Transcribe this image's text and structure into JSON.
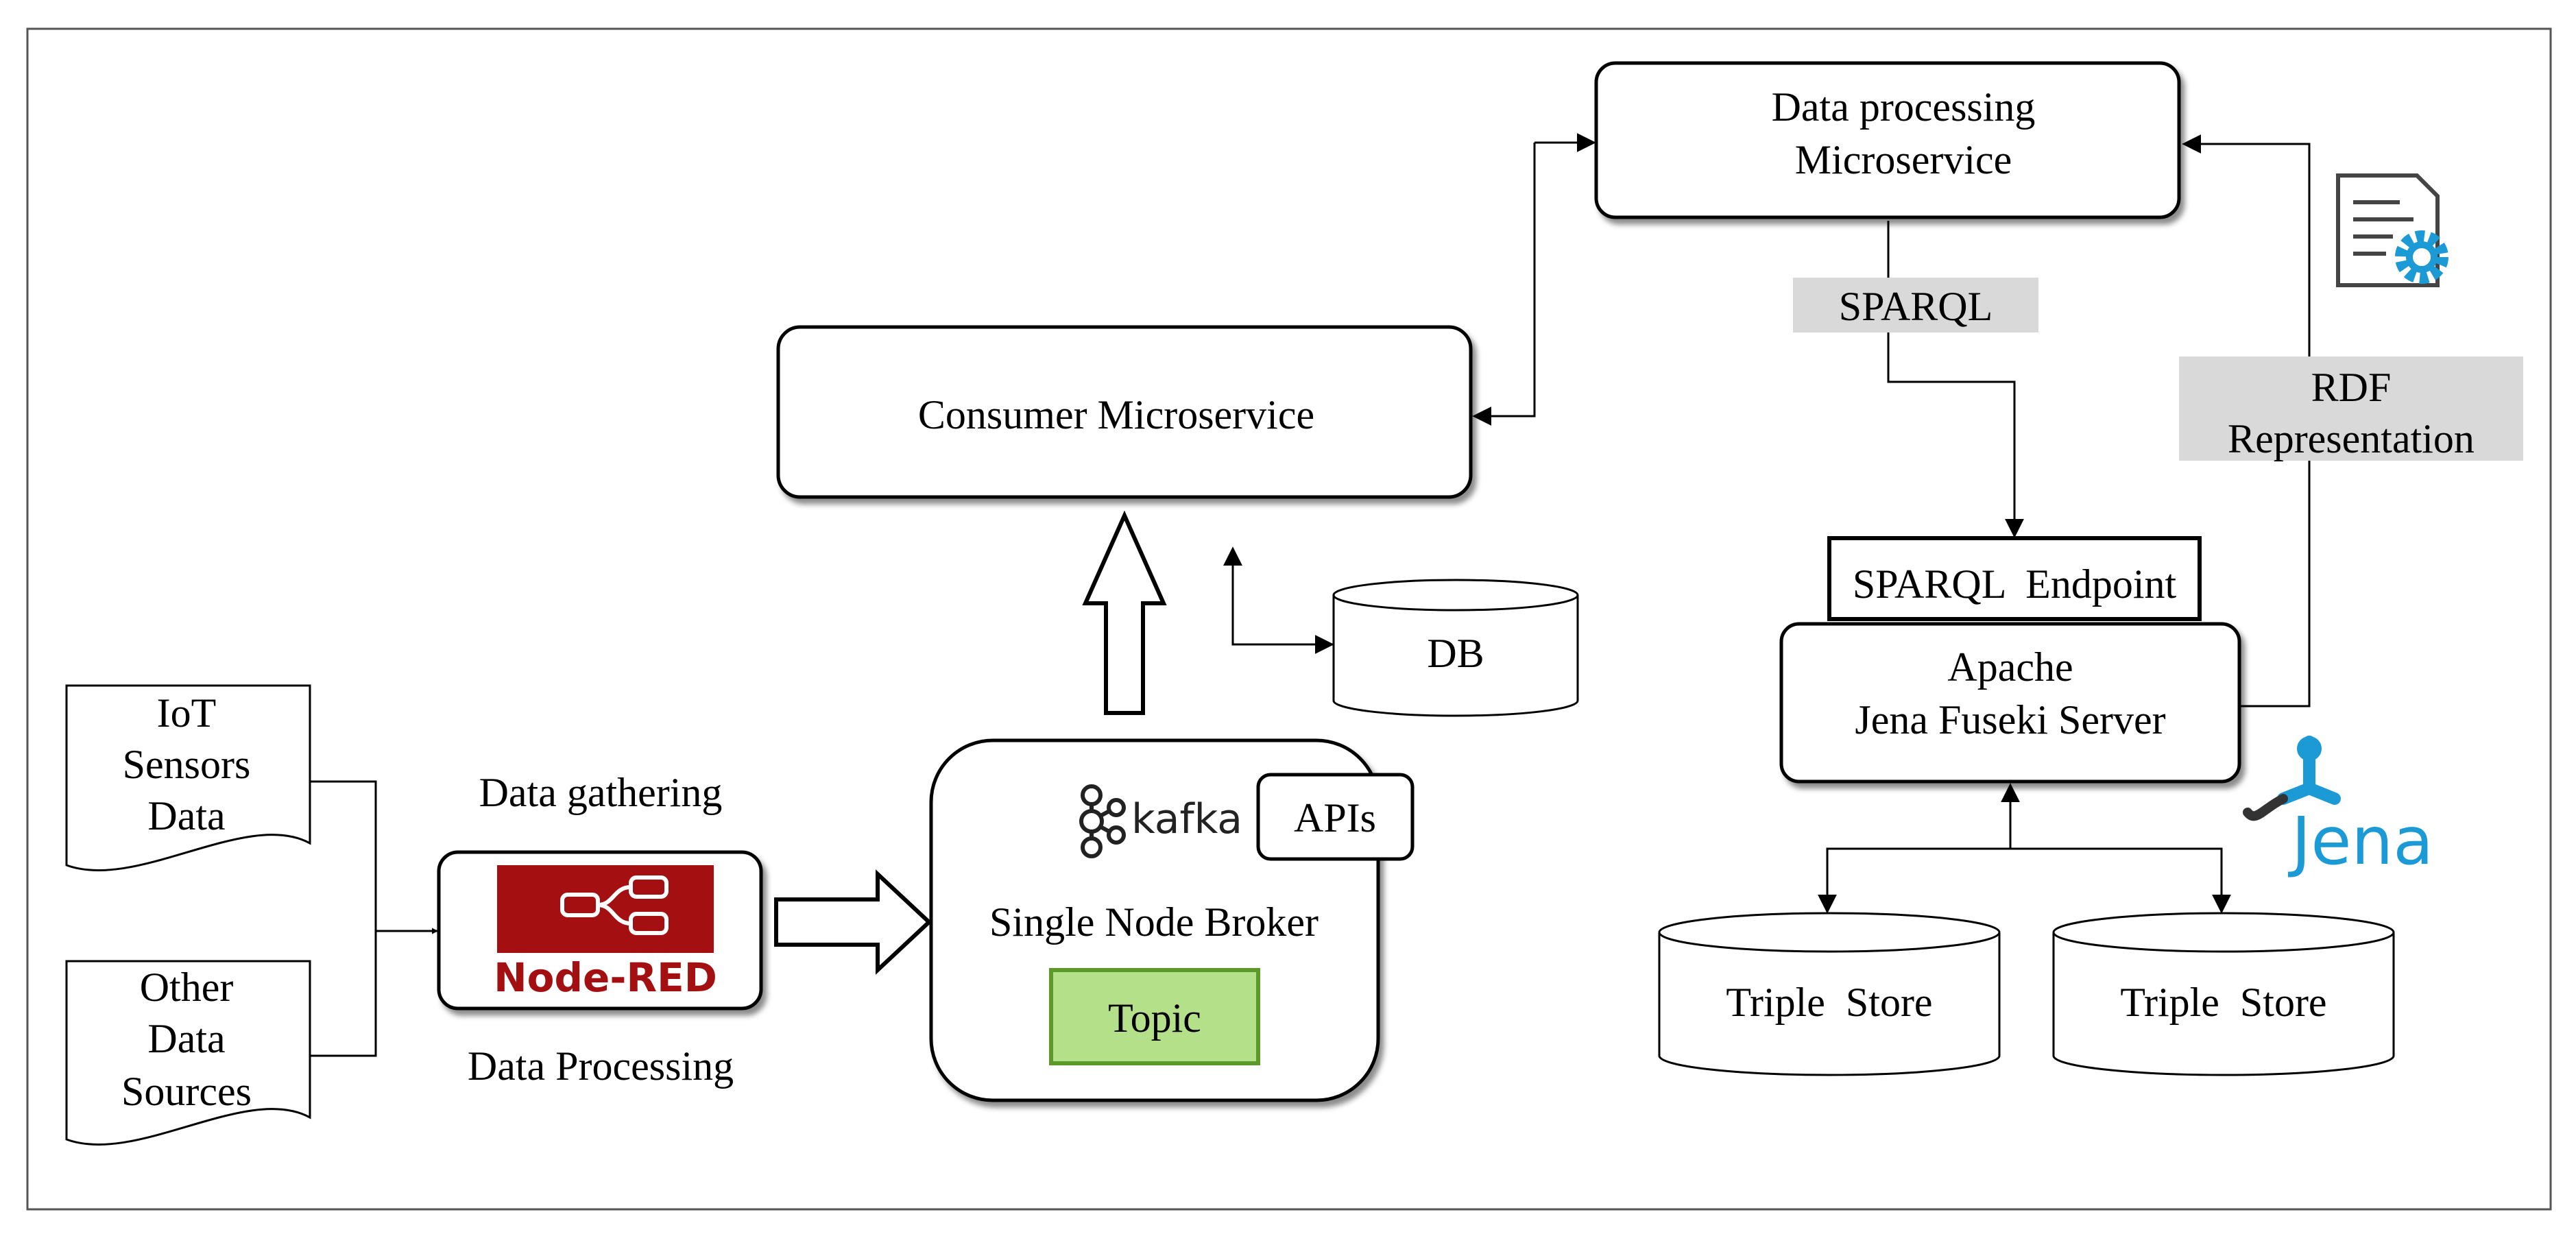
{
  "sources": {
    "iot": [
      "IoT",
      "Sensors",
      "Data"
    ],
    "other": [
      "Other",
      "Data",
      "Sources"
    ]
  },
  "nodered": {
    "top_label": "Data gathering",
    "bottom_label": "Data Processing",
    "logo_text": "Node-RED"
  },
  "broker": {
    "logo_text": "kafka",
    "apis": "APIs",
    "title": "Single Node Broker",
    "topic": "Topic"
  },
  "consumer": {
    "label": "Consumer Microservice"
  },
  "db": {
    "label": "DB"
  },
  "processing": {
    "line1": "Data processing",
    "line2": "Microservice"
  },
  "sparql_tag": "SPARQL",
  "rdf": {
    "line1": "RDF",
    "line2": "Representation"
  },
  "endpoint": "SPARQL  Endpoint",
  "fuseki": {
    "line1": "Apache",
    "line2": "Jena Fuseki Server"
  },
  "jena_logo": "Jena",
  "triple_stores": [
    "Triple  Store",
    "Triple  Store"
  ],
  "colors": {
    "nodered_red": "#a40f11",
    "topic_green": "#b5e08a",
    "topic_border": "#5b9a2a",
    "tag_gray": "#d9d9d9",
    "jena_blue": "#1c9ad6",
    "gear_blue": "#1c9ad6"
  },
  "icons": [
    "kafka-logo-icon",
    "nodered-flow-icon",
    "document-gear-icon",
    "jena-logo-icon"
  ]
}
